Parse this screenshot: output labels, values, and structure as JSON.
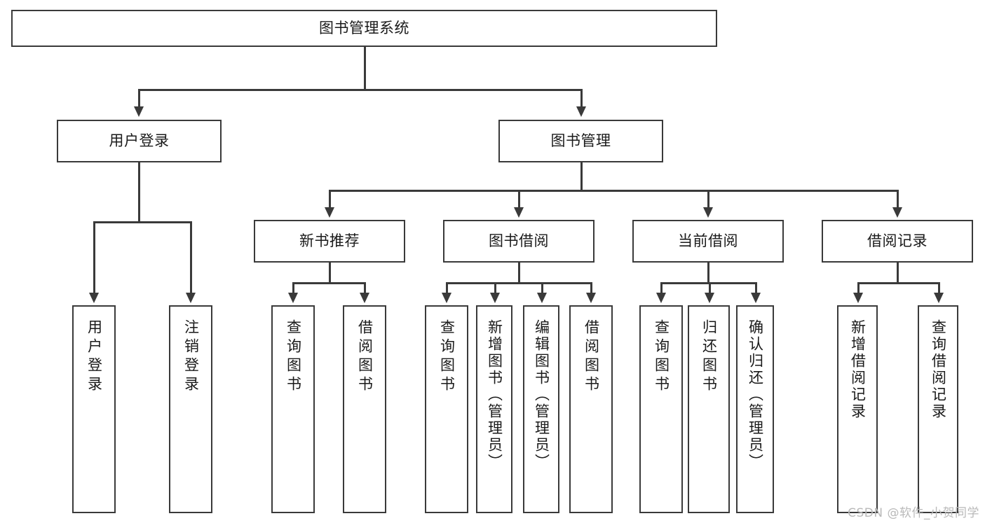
{
  "diagram": {
    "title": "图书管理系统",
    "type": "hierarchy-tree",
    "watermark": "CSDN @软件_小贺同学",
    "colors": {
      "stroke": "#3a3a3a",
      "fill": "#ffffff",
      "text": "#1a1a1a",
      "watermark": "#b9b9b9"
    },
    "root": {
      "label": "图书管理系统"
    },
    "level2": [
      {
        "label": "用户登录"
      },
      {
        "label": "图书管理"
      }
    ],
    "level3": [
      {
        "label": "新书推荐"
      },
      {
        "label": "图书借阅"
      },
      {
        "label": "当前借阅"
      },
      {
        "label": "借阅记录"
      }
    ],
    "leaves": {
      "user_login": [
        {
          "label": "用户登录"
        },
        {
          "label": "注销登录"
        }
      ],
      "new_book": [
        {
          "label": "查询图书"
        },
        {
          "label": "借阅图书"
        }
      ],
      "book_borrow": [
        {
          "label": "查询图书"
        },
        {
          "label": "新增图书（管理员）"
        },
        {
          "label": "编辑图书（管理员）"
        },
        {
          "label": "借阅图书"
        }
      ],
      "current_borrow": [
        {
          "label": "查询图书"
        },
        {
          "label": "归还图书"
        },
        {
          "label": "确认归还（管理员）"
        }
      ],
      "borrow_record": [
        {
          "label": "新增借阅记录"
        },
        {
          "label": "查询借阅记录"
        }
      ]
    }
  }
}
